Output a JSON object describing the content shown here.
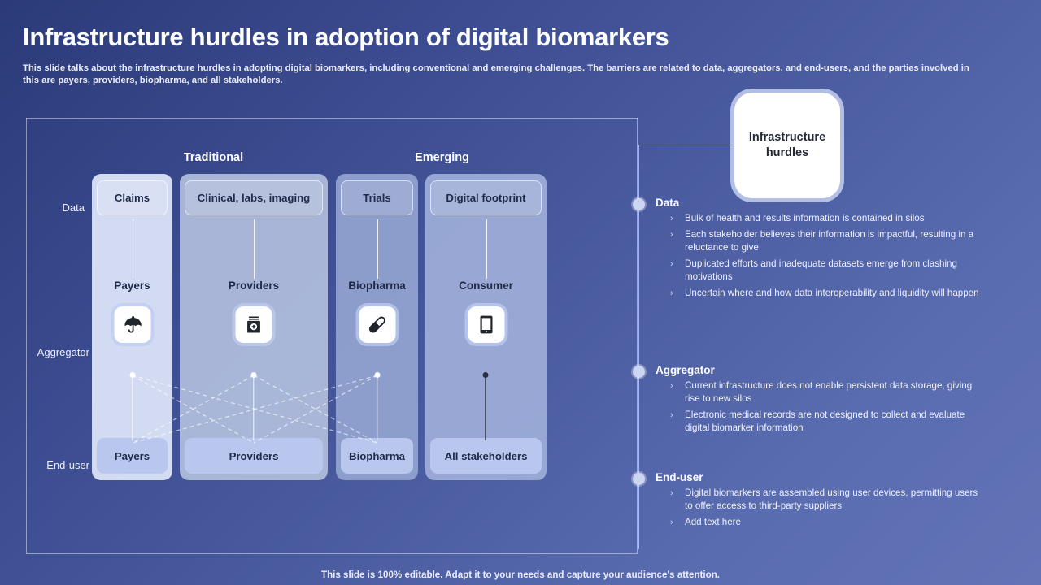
{
  "header": {
    "title": "Infrastructure hurdles in adoption of digital biomarkers",
    "subtitle": "This slide talks about the infrastructure hurdles in adopting digital biomarkers, including conventional and emerging challenges. The barriers are related to data, aggregators, and end-users, and the parties involved in this are payers, providers, biopharma, and all stakeholders."
  },
  "diagram": {
    "row_labels": {
      "data": "Data",
      "aggregator": "Aggregator",
      "enduser": "End-user"
    },
    "groups": {
      "traditional": "Traditional",
      "emerging": "Emerging"
    },
    "columns": [
      {
        "source": "Claims",
        "actor": "Payers",
        "icon": "umbrella-icon",
        "enduser": "Payers"
      },
      {
        "source": "Clinical, labs, imaging",
        "actor": "Providers",
        "icon": "medicine-jar-icon",
        "enduser": "Providers"
      },
      {
        "source": "Trials",
        "actor": "Biopharma",
        "icon": "pill-capsule-icon",
        "enduser": "Biopharma"
      },
      {
        "source": "Digital footprint",
        "actor": "Consumer",
        "icon": "tablet-device-icon",
        "enduser": "All stakeholders"
      }
    ]
  },
  "hub": {
    "label": "Infrastructure hurdles"
  },
  "sections": [
    {
      "title": "Data",
      "bullets": [
        "Bulk of health and results information  is contained in silos",
        "Each stakeholder believes their information is impactful, resulting in a reluctance to give",
        "Duplicated efforts and inadequate datasets emerge from clashing motivations",
        "Uncertain where and how data interoperability and liquidity will happen"
      ]
    },
    {
      "title": "Aggregator",
      "bullets": [
        "Current infrastructure does not enable persistent data storage, giving rise to new silos",
        "Electronic medical records are not designed to collect and evaluate digital biomarker information"
      ]
    },
    {
      "title": "End-user",
      "bullets": [
        "Digital biomarkers are assembled using user devices, permitting users to offer access to third-party suppliers",
        "Add text here"
      ]
    }
  ],
  "footer": {
    "note": "This slide is 100% editable. Adapt it to your needs and capture your audience's attention."
  },
  "colors": {
    "background_dark": "#2b3a78",
    "background_light": "#6274b6",
    "column_1": "#dee6fa",
    "column_2": "#b0bddd",
    "column_3": "#92a2d0",
    "column_4": "#9eadd8",
    "endpill": "#b9c7ef",
    "card_white": "#ffffff",
    "text_dark": "#1e2a48"
  }
}
